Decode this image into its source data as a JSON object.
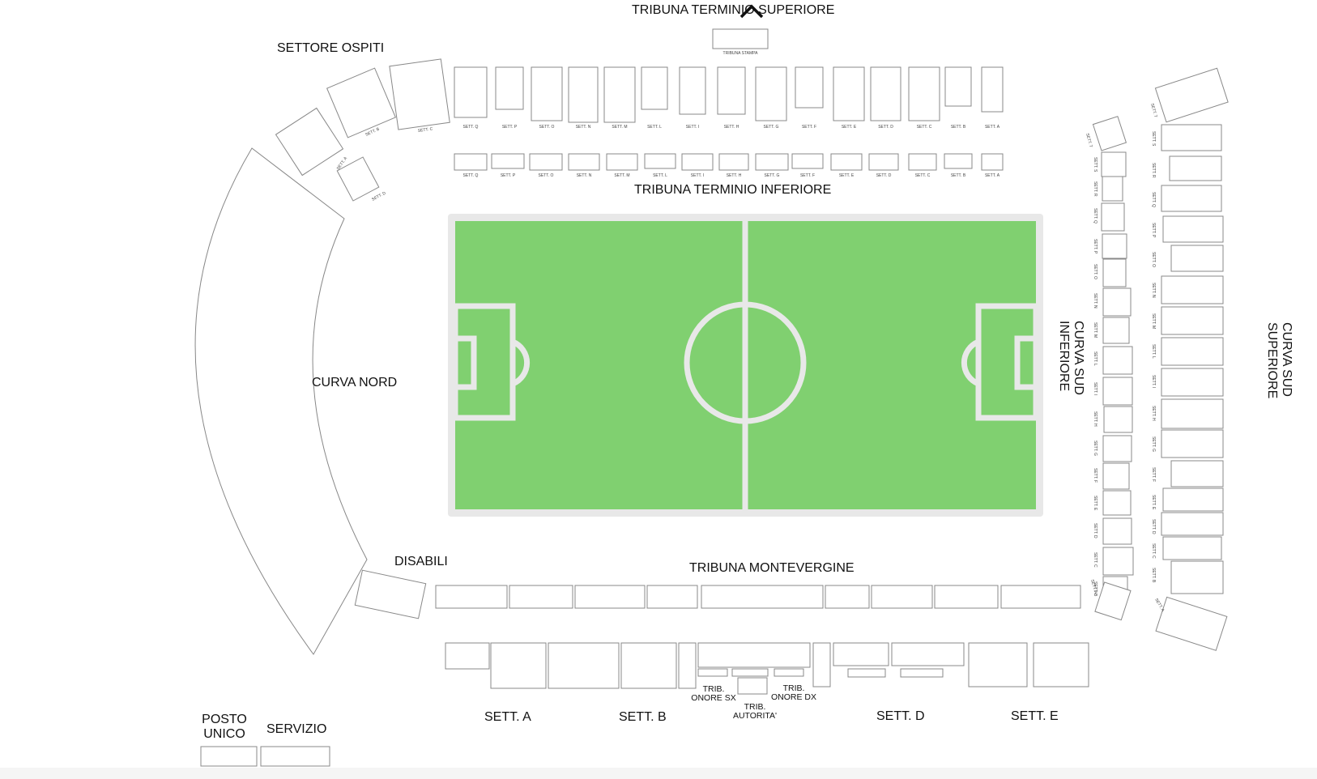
{
  "labels": {
    "tribuna_terminio_superiore": "TRIBUNA TERMINIO SUPERIORE",
    "tribuna_stampa": "TRIBUNA STAMPA",
    "settore_ospiti": "SETTORE OSPITI",
    "tribuna_terminio_inferiore": "TRIBUNA TERMINIO INFERIORE",
    "curva_nord": "CURVA NORD",
    "disabili": "DISABILI",
    "tribuna_montevergine": "TRIBUNA MONTEVERGINE",
    "curva_sud_inferiore_1": "CURVA SUD",
    "curva_sud_inferiore_2": "INFERIORE",
    "curva_sud_superiore_1": "CURVA SUD",
    "curva_sud_superiore_2": "SUPERIORE",
    "sett_a": "SETT. A",
    "sett_b": "SETT. B",
    "sett_d": "SETT. D",
    "sett_e": "SETT. E",
    "trib_onore_sx_1": "TRIB.",
    "trib_onore_sx_2": "ONORE SX",
    "trib_onore_dx_1": "TRIB.",
    "trib_onore_dx_2": "ONORE DX",
    "trib_autorita_1": "TRIB.",
    "trib_autorita_2": "AUTORITA'",
    "posto_unico_1": "POSTO",
    "posto_unico_2": "UNICO",
    "servizio": "SERVIZIO"
  },
  "ospiti_sectors": [
    "SETT. A",
    "SETT. B",
    "SETT. C",
    "SETT. D"
  ],
  "terminio_superiore_sectors": [
    "SETT. Q",
    "SETT. P",
    "SETT. O",
    "SETT. N",
    "SETT. M",
    "SETT. L",
    "SETT. I",
    "SETT. H",
    "SETT. G",
    "SETT. F",
    "SETT. E",
    "SETT. D",
    "SETT. C",
    "SETT. B",
    "SETT. A"
  ],
  "terminio_inferiore_sectors": [
    "SETT. Q",
    "SETT. P",
    "SETT. O",
    "SETT. N",
    "SETT. M",
    "SETT. L",
    "SETT. I",
    "SETT. H",
    "SETT. G",
    "SETT. F",
    "SETT. E",
    "SETT. D",
    "SETT. C",
    "SETT. B",
    "SETT. A"
  ],
  "curva_sud_inferiore_sectors": [
    "SETT. T",
    "SETT. S",
    "SETT. R",
    "SETT. Q",
    "SETT. P",
    "SETT. O",
    "SETT. N",
    "SETT. M",
    "SETT. L",
    "SETT. I",
    "SETT. H",
    "SETT. G",
    "SETT. F",
    "SETT. E",
    "SETT. D",
    "SETT. C",
    "SETT. B",
    "SETT. A"
  ],
  "curva_sud_superiore_sectors": [
    "SETT. T",
    "SETT. S",
    "SETT. R",
    "SETT. Q",
    "SETT. P",
    "SETT. O",
    "SETT. N",
    "SETT. M",
    "SETT. L",
    "SETT. I",
    "SETT. H",
    "SETT. G",
    "SETT. F",
    "SETT. E",
    "SETT. D",
    "SETT. C",
    "SETT. B",
    "SETT. A"
  ],
  "colors": {
    "pitch": "#80d070",
    "pitch_border": "#e8e8e8",
    "pitch_lines": "#e8e8e8",
    "sector_stroke": "#888888",
    "seat_dot": "#9a9a9a",
    "seat_dot_orange": "#e0a040",
    "seat_dot_blue": "#5b8fd6"
  },
  "icons": {
    "collapse": "chevron-up-icon"
  }
}
